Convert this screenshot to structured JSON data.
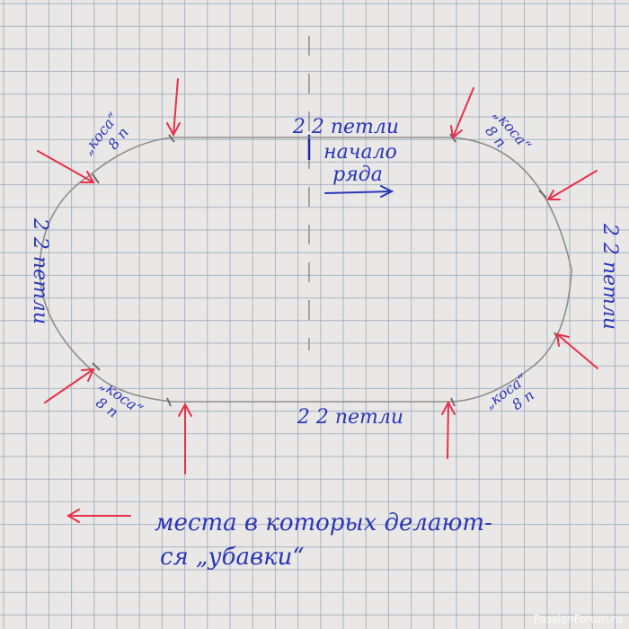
{
  "colors": {
    "paper": "#e9e8e6",
    "grid": "#a9b3c2",
    "pencil": "#8d8d8d",
    "ink": "#2a35b8",
    "arrow": "#e8304a"
  },
  "labels": {
    "top_loops": "2 2 петли",
    "row_start_1": "начало",
    "row_start_2": "ряда",
    "bottom_loops": "2 2 петли",
    "left_loops": "2 2 петли",
    "right_loops": "2 2 петли",
    "cable": "„коса“",
    "cable_count": "8 п",
    "legend_line1": "места в которых делают-",
    "legend_line2": "ся „убавки“"
  },
  "watermark": "PassionForum.ru"
}
